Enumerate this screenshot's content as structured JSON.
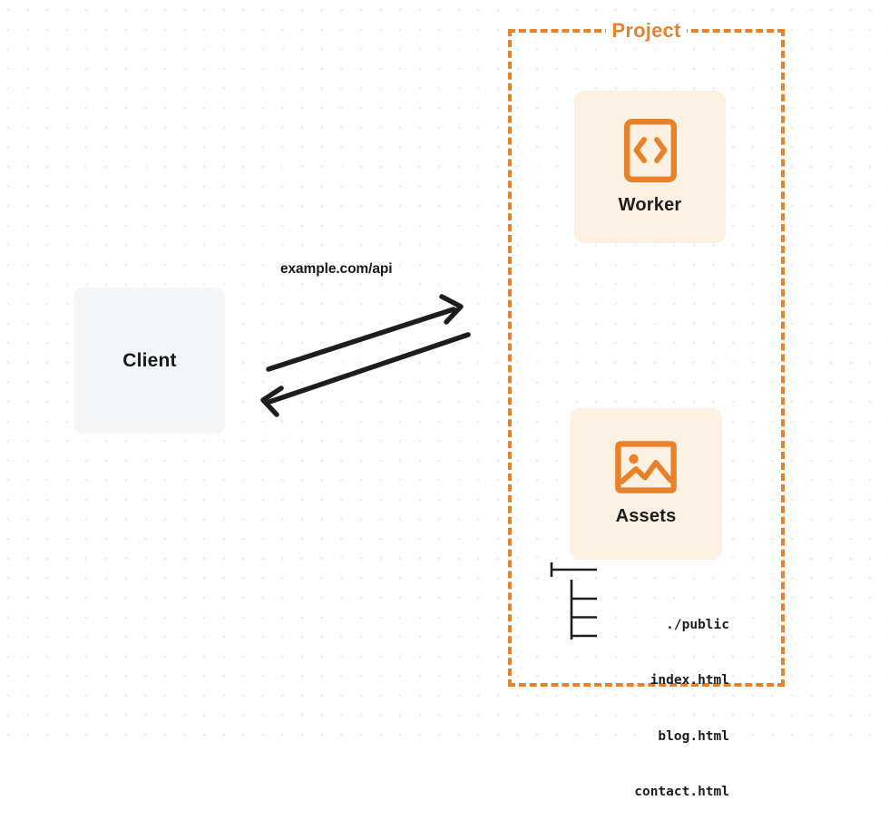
{
  "diagram": {
    "background": {
      "style": "dotted-grid",
      "dot_color": "#eeeeee",
      "page_color": "#ffffff"
    },
    "accent_color": "#e8822a",
    "card_fill": "#fdf1e3",
    "client_fill": "#f4f5f7",
    "text_color": "#1d1d1f"
  },
  "client": {
    "label": "Client"
  },
  "connection": {
    "label": "example.com/api",
    "request_arrow_name": "request-arrow",
    "response_arrow_name": "response-arrow"
  },
  "project": {
    "title": "Project",
    "resources": [
      {
        "label": "Worker",
        "icon": "code-brackets-icon"
      },
      {
        "label": "Assets",
        "icon": "image-icon"
      }
    ]
  },
  "asset_tree": {
    "rows": [
      {
        "connector": "branch",
        "text": "./public"
      },
      {
        "connector": "child",
        "text": "index.html"
      },
      {
        "connector": "child",
        "text": "blog.html"
      },
      {
        "connector": "child",
        "text": "contact.html"
      }
    ]
  }
}
